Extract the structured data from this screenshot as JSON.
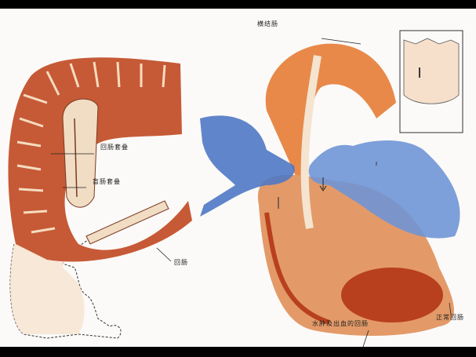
{
  "labels": {
    "transverse_colon": "横结肠",
    "ileal_intussusception": "回肠套叠",
    "cecal_intussusception": "盲肠套叠",
    "ileum": "回肠",
    "edematous_hemorrhagic_ileum": "水肿及出血的回肠",
    "normal_ileum": "正常回肠"
  },
  "colors": {
    "bowel_red": "#b8401e",
    "bowel_orange": "#e8894a",
    "glove_blue": "#4f78c4",
    "paper": "#fbfaf8"
  }
}
